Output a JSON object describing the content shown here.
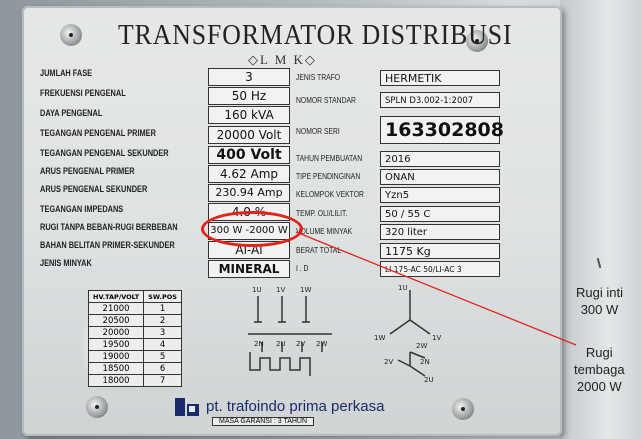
{
  "plate": {
    "title": "TRANSFORMATOR DISTRIBUSI",
    "logo_text": "◇L M K◇",
    "left_rows": [
      {
        "label": "JUMLAH FASE",
        "value": "3"
      },
      {
        "label": "FREKUENSI PENGENAL",
        "value": "50 Hz"
      },
      {
        "label": "DAYA PENGENAL",
        "value": "160 kVA"
      },
      {
        "label": "TEGANGAN PENGENAL PRIMER",
        "value": "20000 Volt"
      },
      {
        "label": "TEGANGAN PENGENAL SEKUNDER",
        "value": "400 Volt"
      },
      {
        "label": "ARUS PENGENAL PRIMER",
        "value": "4.62 Amp"
      },
      {
        "label": "ARUS PENGENAL SEKUNDER",
        "value": "230.94 Amp"
      },
      {
        "label": "TEGANGAN IMPEDANS",
        "value": "4.0 %"
      },
      {
        "label": "RUGI TANPA BEBAN-RUGI BERBEBAN",
        "value": "300 W -2000 W"
      },
      {
        "label": "BAHAN BELITAN PRIMER-SEKUNDER",
        "value": "Al-Al"
      },
      {
        "label": "JENIS MINYAK",
        "value": "MINERAL"
      }
    ],
    "right_rows": [
      {
        "label": "JENIS TRAFO",
        "value": "HERMETIK"
      },
      {
        "label": "NOMOR STANDAR",
        "value": "SPLN D3.002-1:2007"
      },
      {
        "label": "NOMOR SERI",
        "value": "163302808"
      },
      {
        "label": "TAHUN PEMBUATAN",
        "value": "2016"
      },
      {
        "label": "TIPE PENDINGINAN",
        "value": "ONAN"
      },
      {
        "label": "KELOMPOK VEKTOR",
        "value": "Yzn5"
      },
      {
        "label": "TEMP. OLI/LILIT.",
        "value": "50 / 55 C"
      },
      {
        "label": "VOLUME MINYAK",
        "value": "320 liter"
      },
      {
        "label": "BERAT TOTAL",
        "value": "1175 Kg"
      },
      {
        "label": "I . D",
        "value": "LI 175-AC 50/LI-AC 3"
      }
    ],
    "tap_table": {
      "headers": [
        "HV.TAP/VOLT",
        "SW.POS"
      ],
      "rows": [
        [
          "21000",
          "1"
        ],
        [
          "20500",
          "2"
        ],
        [
          "20000",
          "3"
        ],
        [
          "19500",
          "4"
        ],
        [
          "19000",
          "5"
        ],
        [
          "18500",
          "6"
        ],
        [
          "18000",
          "7"
        ]
      ]
    },
    "terminals_primary": [
      "1U",
      "1V",
      "1W"
    ],
    "terminals_secondary": [
      "2N",
      "2U",
      "2V",
      "2W"
    ],
    "vector_labels": [
      "1U",
      "1W",
      "1V",
      "2W",
      "2V",
      "2N",
      "2U"
    ],
    "manufacturer": "pt. trafoindo prima perkasa",
    "guarantee": "MASA GARANSI : 3 TAHUN"
  },
  "annotations": {
    "iron_loss": "Rugi inti\n300 W",
    "copper_loss": "Rugi\ntembaga\n2000 W",
    "highlight_color": "#e2231a"
  }
}
